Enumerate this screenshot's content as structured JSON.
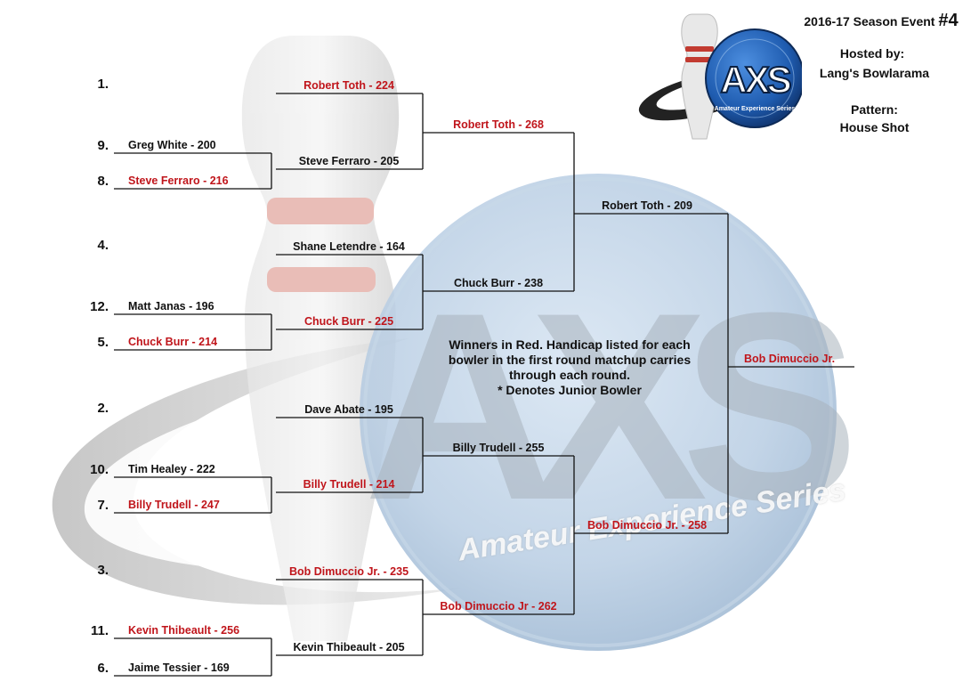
{
  "header": {
    "event_title": "2016-17 Season Event",
    "event_number": "#4",
    "hosted_by_label": "Hosted by:",
    "host": "Lang's Bowlarama",
    "pattern_label": "Pattern:",
    "pattern": "House Shot"
  },
  "logo": {
    "text": "AXS",
    "ring_text": "Amateur Experience Series"
  },
  "watermark": {
    "text": "Amateur Experience Series"
  },
  "info": [
    "Winners in Red.  Handicap listed for each",
    "bowler in the first round matchup carries",
    "through each round.",
    "* Denotes Junior Bowler"
  ],
  "colors": {
    "winner": "#c0151b",
    "loser": "#111111"
  },
  "bracket": {
    "seeds": [
      "1.",
      "9.",
      "8.",
      "4.",
      "12.",
      "5.",
      "2.",
      "10.",
      "7.",
      "3.",
      "11.",
      "6."
    ],
    "round1": [
      {
        "text": "Greg White - 200",
        "winner": false
      },
      {
        "text": "Steve Ferraro - 216",
        "winner": true
      },
      {
        "text": "Matt Janas - 196",
        "winner": false
      },
      {
        "text": "Chuck Burr - 214",
        "winner": true
      },
      {
        "text": "Tim Healey - 222",
        "winner": false
      },
      {
        "text": "Billy Trudell - 247",
        "winner": true
      },
      {
        "text": "Kevin Thibeault - 256",
        "winner": true
      },
      {
        "text": "Jaime Tessier - 169",
        "winner": false
      }
    ],
    "round2": [
      {
        "text": "Robert Toth - 224",
        "winner": true
      },
      {
        "text": "Steve Ferraro - 205",
        "winner": false
      },
      {
        "text": "Shane Letendre - 164",
        "winner": false
      },
      {
        "text": "Chuck Burr - 225",
        "winner": true
      },
      {
        "text": "Dave Abate - 195",
        "winner": false
      },
      {
        "text": "Billy Trudell - 214",
        "winner": true
      },
      {
        "text": "Bob Dimuccio Jr. - 235",
        "winner": true
      },
      {
        "text": "Kevin Thibeault - 205",
        "winner": false
      }
    ],
    "round3": [
      {
        "text": "Robert Toth - 268",
        "winner": true
      },
      {
        "text": "Chuck Burr - 238",
        "winner": false
      },
      {
        "text": "Billy Trudell - 255",
        "winner": false
      },
      {
        "text": "Bob Dimuccio Jr - 262",
        "winner": true
      }
    ],
    "round4": [
      {
        "text": "Robert Toth - 209",
        "winner": false
      },
      {
        "text": "Bob Dimuccio Jr. - 258",
        "winner": true
      }
    ],
    "champion": {
      "text": "Bob Dimuccio Jr.",
      "winner": true
    }
  }
}
